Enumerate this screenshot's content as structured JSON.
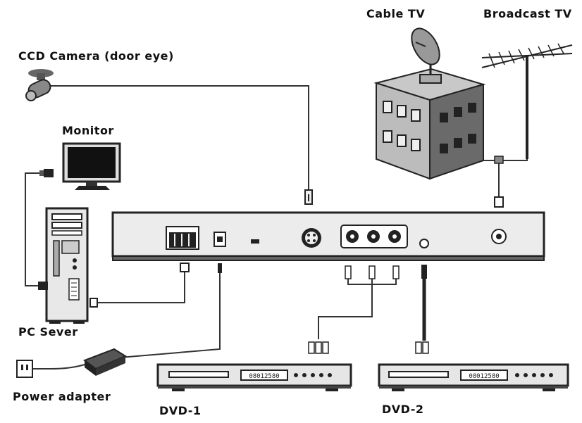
{
  "labels": {
    "cable_tv": "Cable TV",
    "broadcast_tv": "Broadcast TV",
    "ccd_camera": "CCD Camera (door eye)",
    "monitor": "Monitor",
    "pc_server": "PC Sever",
    "power_adapter": "Power adapter",
    "dvd1": "DVD-1",
    "dvd2": "DVD-2"
  },
  "dvd_display": {
    "dvd1": "08012580",
    "dvd2": "08012580"
  }
}
